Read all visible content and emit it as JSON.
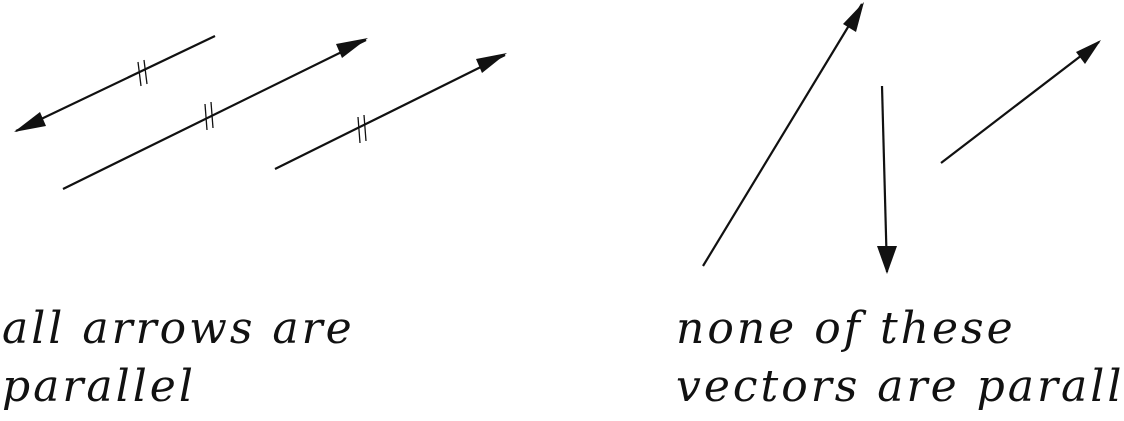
{
  "colors": {
    "ink": "#111111",
    "background": "#ffffff"
  },
  "left_panel": {
    "caption_line_1": "all arrows are",
    "caption_line_2": "parallel",
    "arrows": [
      {
        "id": "left-arrow-1",
        "direction": "down-left",
        "tick_mark": "double-tick"
      },
      {
        "id": "left-arrow-2",
        "direction": "up-right",
        "tick_mark": "double-tick"
      },
      {
        "id": "left-arrow-3",
        "direction": "up-right",
        "tick_mark": "double-tick"
      }
    ]
  },
  "right_panel": {
    "caption_line_1": "none of these",
    "caption_line_2": "vectors are parallel",
    "arrows": [
      {
        "id": "right-arrow-1",
        "direction": "up-right"
      },
      {
        "id": "right-arrow-2",
        "direction": "down"
      },
      {
        "id": "right-arrow-3",
        "direction": "up-right"
      }
    ]
  }
}
